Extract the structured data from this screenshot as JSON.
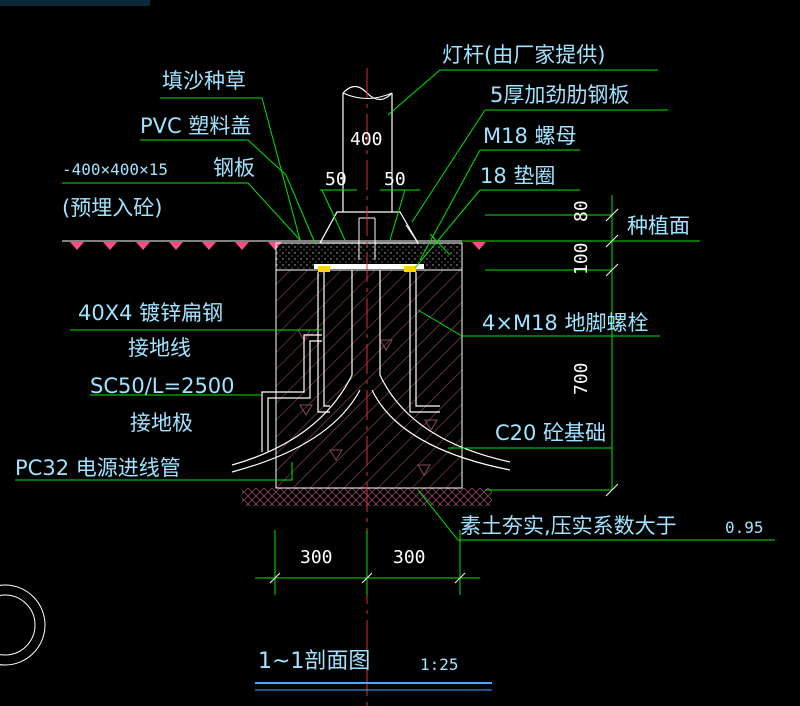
{
  "labels": {
    "lamp_pole": "灯杆(由厂家提供)",
    "sand_grass": "填沙种草",
    "stiffened_plate": "5厚加劲肋钢板",
    "pvc_cover": "PVC 塑料盖",
    "m18_nut": "M18 螺母",
    "plate_size": "-400×400×15",
    "steel_plate": "钢板",
    "washer": "18 垫圈",
    "embedded": "(预埋入砼)",
    "planting_surface": "种植面",
    "flat_steel_1": "40X4 镀锌扁钢",
    "flat_steel_2": "接地线",
    "anchor_bolts": "4×M18 地脚螺栓",
    "electrode_spec": "SC50/L=2500",
    "electrode_name": "接地极",
    "c20_base": "C20 砼基础",
    "conduit": "PC32 电源进线管",
    "compaction": "素土夯实,压实系数大于",
    "compaction_value": "0.95"
  },
  "dimensions": {
    "pole_width": "400",
    "rib_left": "50",
    "rib_right": "50",
    "top_layer": "80",
    "mid_layer": "100",
    "foundation_depth": "700",
    "half_left": "300",
    "half_right": "300"
  },
  "title": {
    "name": "1~1剖面图",
    "scale": "1:25"
  },
  "colors": {
    "green_line": "#00e600",
    "cyan_text": "#9fe3ff",
    "white": "#ffffff",
    "red_axis": "#e03030",
    "hatch": "#8a4a5a",
    "grass": "#ff4b8c",
    "gravel": "#b8b8b8"
  }
}
